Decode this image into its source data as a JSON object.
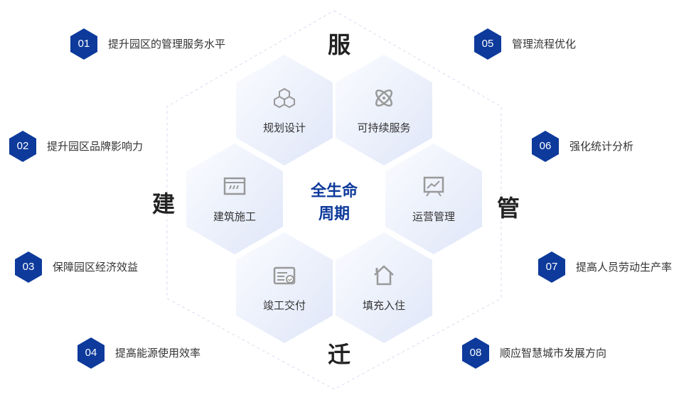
{
  "center_title": [
    "全生命",
    "周期"
  ],
  "side_words": {
    "top": "服",
    "left": "建",
    "right": "管",
    "bottom": "迁"
  },
  "stages": [
    {
      "label": "规划设计",
      "icon": "cubes-icon"
    },
    {
      "label": "可持续服务",
      "icon": "atom-icon"
    },
    {
      "label": "建筑施工",
      "icon": "construction-barrier-icon"
    },
    {
      "label": "运营管理",
      "icon": "presentation-chart-icon"
    },
    {
      "label": "竣工交付",
      "icon": "card-check-icon"
    },
    {
      "label": "填充入住",
      "icon": "house-icon"
    }
  ],
  "goals": [
    {
      "num": "01",
      "text": "提升园区的管理服务水平"
    },
    {
      "num": "02",
      "text": "提升园区品牌影响力"
    },
    {
      "num": "03",
      "text": "保障园区经济效益"
    },
    {
      "num": "04",
      "text": "提高能源使用效率"
    },
    {
      "num": "05",
      "text": "管理流程优化"
    },
    {
      "num": "06",
      "text": "强化统计分析"
    },
    {
      "num": "07",
      "text": "提高人员劳动生产率"
    },
    {
      "num": "08",
      "text": "顺应智慧城市发展方向"
    }
  ],
  "colors": {
    "accent": "#0d3a9b",
    "hex_fill": "#e6ecfa",
    "text": "#333333"
  }
}
